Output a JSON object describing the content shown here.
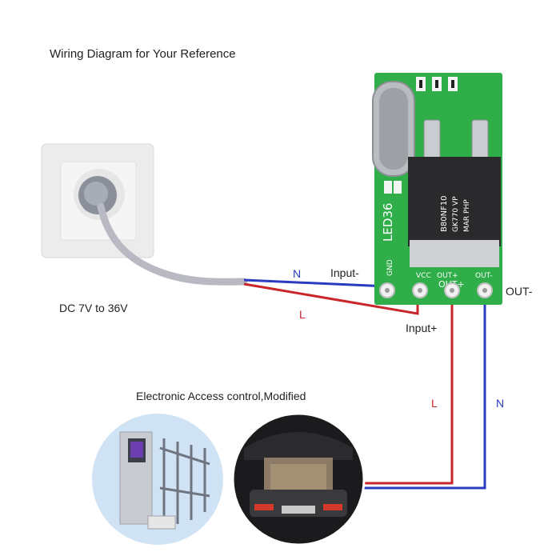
{
  "title": "Wiring Diagram for Your Reference",
  "power_label": "DC 7V to 36V",
  "device_label": "Electronic Access control,Modified",
  "wire_labels": {
    "n_top": "N",
    "l_top": "L",
    "l_right": "L",
    "n_right": "N"
  },
  "terminal_labels": {
    "input_minus": "Input-",
    "input_plus": "Input+",
    "out_minus": "OUT-"
  },
  "board": {
    "name": "LED36",
    "pins": {
      "gnd": "GND",
      "vcc": "VCC",
      "out_plus": "OUT+",
      "out_minus": "OUT-"
    },
    "chip_text": [
      "B80NF10",
      "GK770 VP",
      "MAR PHP"
    ]
  },
  "colors": {
    "neutral_wire": "#2a3bbf",
    "live_wire": "#c8262a",
    "pcb": "#2fae4a"
  }
}
